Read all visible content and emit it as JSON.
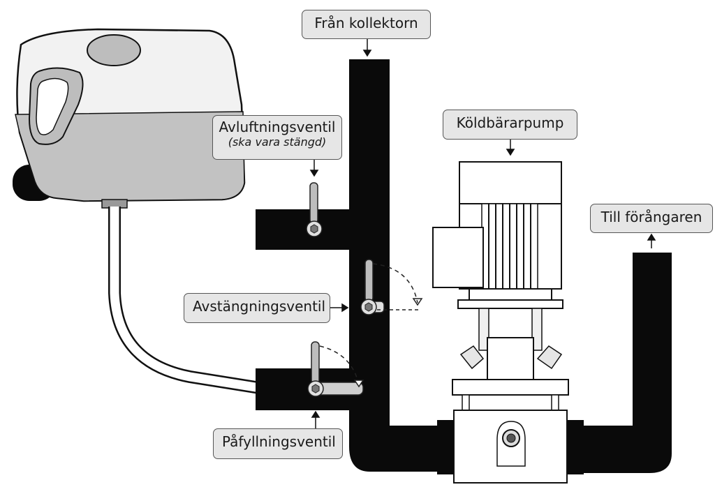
{
  "labels": {
    "fran_kollektorn": "Från kollektorn",
    "avluftningsventil": "Avluftningsventil",
    "avluftningsventil_note": "(ska vara stängd)",
    "koldbararpump": "Köldbärarpump",
    "till_forangaren": "Till förångaren",
    "avstangningsventil": "Avstängningsventil",
    "pafyllningsventil": "Påfyllningsventil"
  },
  "colors": {
    "pipe": "#0a0a0a",
    "tank_liquid": "#c2c2c2",
    "tank_body": "#f2f2f2",
    "label_bg": "#e6e6e6",
    "label_border": "#555555"
  }
}
